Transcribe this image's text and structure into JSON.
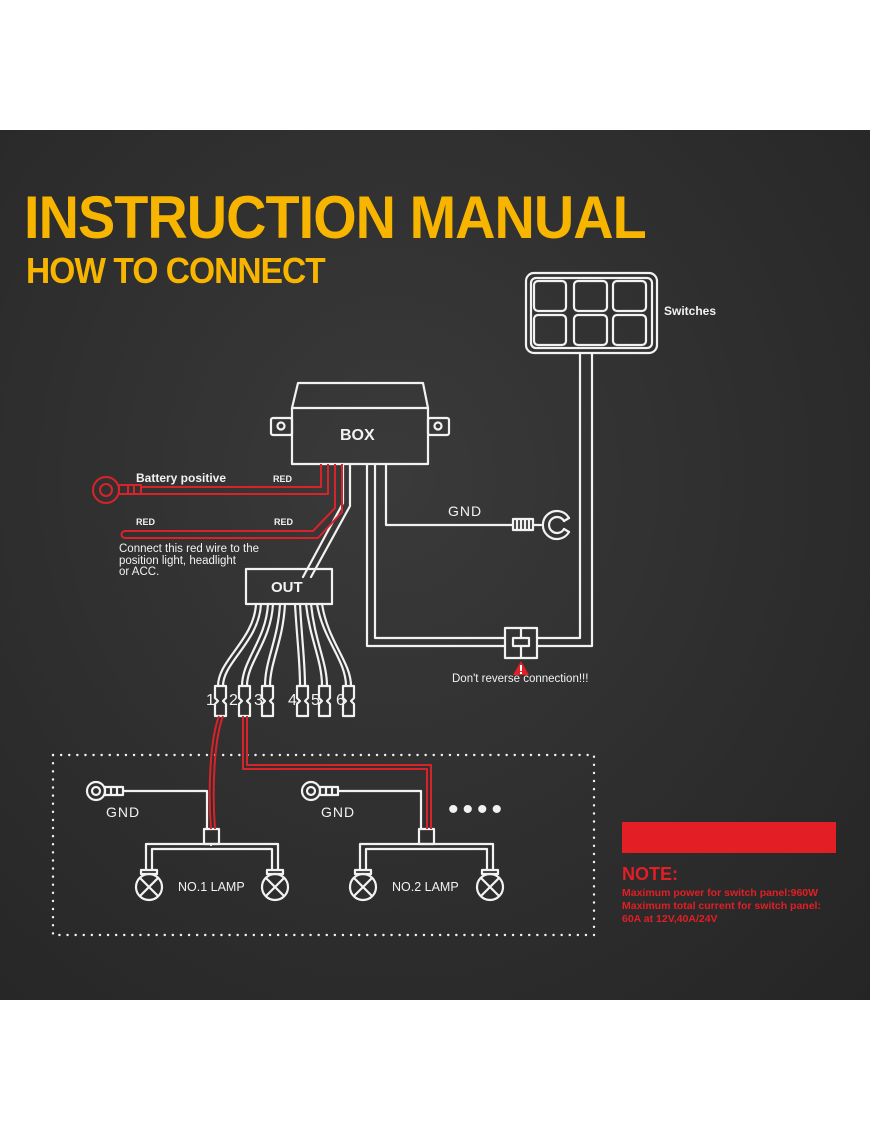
{
  "header": {
    "title": "INSTRUCTION MANUAL",
    "subtitle": "HOW TO CONNECT"
  },
  "colors": {
    "title_yellow": "#f7b500",
    "wire_red": "#d9232a",
    "line_white": "#f2f2f2",
    "note_red": "#e31e24",
    "background": "#2e2e2e"
  },
  "components": {
    "switches_label": "Switches",
    "switch_count": 6,
    "box_label": "BOX",
    "out_label": "OUT",
    "gnd_label": "GND",
    "battery_label": "Battery positive",
    "red_label_1": "RED",
    "red_label_2": "RED",
    "red_label_3": "RED",
    "red_instruction_lines": [
      "Connect this red wire to the",
      "position light, headlight",
      "or ACC."
    ],
    "warning_text": "Don't reverse connection!!!",
    "connector_numbers": [
      "1",
      "2",
      "3",
      "4",
      "5",
      "6"
    ]
  },
  "lamps": [
    {
      "label": "NO.1 LAMP",
      "gnd_label": "GND"
    },
    {
      "label": "NO.2 LAMP",
      "gnd_label": "GND"
    }
  ],
  "more_indicator": "••••",
  "note": {
    "heading": "NOTE:",
    "lines": [
      "Maximum power for switch panel:960W",
      "Maximum total current for switch panel:",
      "60A at 12V,40A/24V"
    ]
  }
}
